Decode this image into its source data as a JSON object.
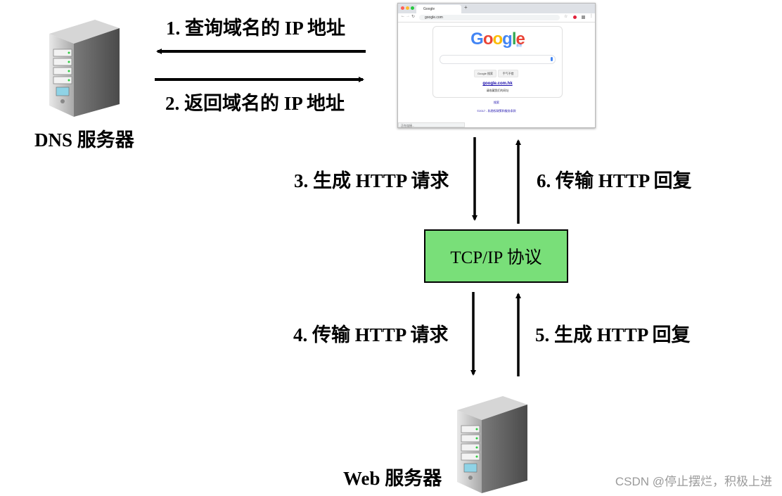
{
  "dns_server_label": "DNS 服务器",
  "web_server_label": "Web 服务器",
  "steps": {
    "s1": "1. 查询域名的 IP 地址",
    "s2": "2. 返回域名的 IP 地址",
    "s3": "3. 生成 HTTP 请求",
    "s4": "4. 传输 HTTP 请求",
    "s5": "5. 生成 HTTP 回复",
    "s6": "6. 传输 HTTP 回复"
  },
  "protocol_box": "TCP/IP 协议",
  "browser": {
    "tab_title": "Google",
    "url": "google.com",
    "logo": "Google",
    "logo_sub": "香港",
    "search_button": "Google 搜索",
    "lucky_button": "手气不错",
    "domain": "google.com.hk",
    "note": "请收藏我们的网址",
    "link": "搜索",
    "footer": "©2017 - 私隐权政策和服务条款",
    "status": "正在连接..."
  },
  "watermark": "CSDN @停止摆烂，积极上进",
  "colors": {
    "protocol_box_fill": "#79df79",
    "arrow": "#000000",
    "google_blue": "#4285f4",
    "google_red": "#ea4335",
    "google_yellow": "#fbbc05",
    "google_green": "#34a853"
  }
}
